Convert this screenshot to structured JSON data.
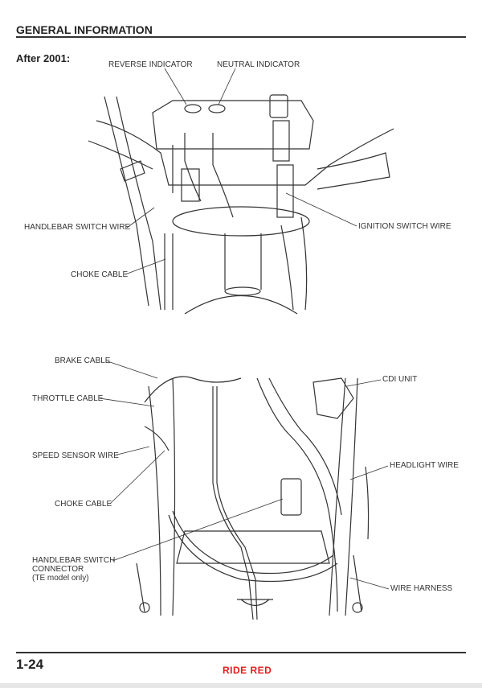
{
  "header": {
    "title": "GENERAL INFORMATION"
  },
  "section": {
    "subtitle": "After 2001:"
  },
  "top_diagram": {
    "labels": {
      "reverse_indicator": "REVERSE INDICATOR",
      "neutral_indicator": "NEUTRAL INDICATOR",
      "handlebar_switch_wire": "HANDLEBAR SWITCH WIRE",
      "ignition_switch_wire": "IGNITION SWITCH WIRE",
      "choke_cable": "CHOKE CABLE"
    }
  },
  "bottom_diagram": {
    "labels": {
      "brake_cable": "BRAKE CABLE",
      "throttle_cable": "THROTTLE CABLE",
      "cdi_unit": "CDI UNIT",
      "speed_sensor_wire": "SPEED SENSOR WIRE",
      "headlight_wire": "HEADLIGHT WIRE",
      "choke_cable": "CHOKE CABLE",
      "handlebar_switch_connector": [
        "HANDLEBAR SWITCH",
        "CONNECTOR",
        "(TE model only)"
      ],
      "wire_harness": "WIRE HARNESS"
    }
  },
  "footer": {
    "page_number": "1-24",
    "brand": "RIDE RED",
    "brand_color": "#e8191b"
  }
}
